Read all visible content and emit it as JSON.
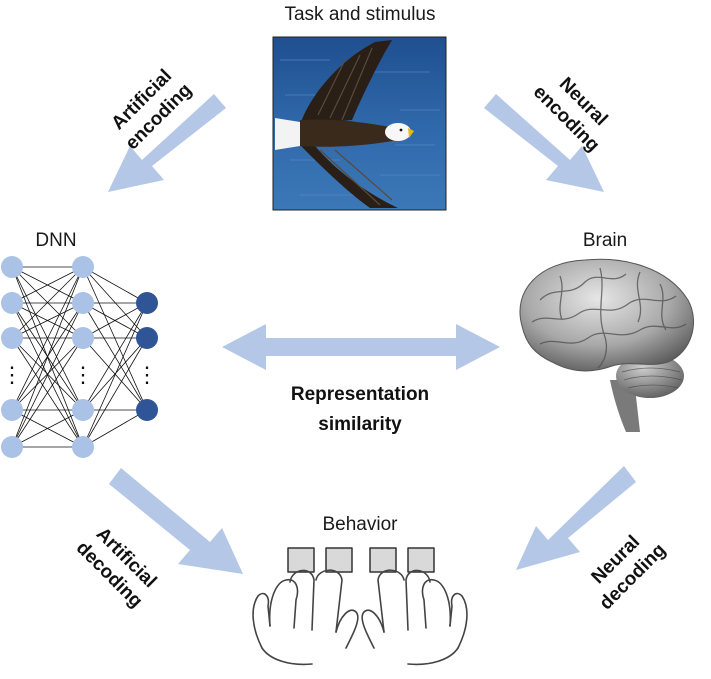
{
  "nodes": {
    "stimulus": {
      "label": "Task and stimulus",
      "image": "bald-eagle-photo"
    },
    "dnn": {
      "label": "DNN",
      "ellipsis": "⋮"
    },
    "brain": {
      "label": "Brain",
      "image": "brain-illustration"
    },
    "behavior": {
      "label": "Behavior",
      "image": "hands-pressing-keys"
    }
  },
  "arrows": {
    "artificial_encoding": {
      "line1": "Artificial",
      "line2": "encoding"
    },
    "neural_encoding": {
      "line1": "Neural",
      "line2": "encoding"
    },
    "representation_similarity": {
      "line1": "Representation",
      "line2": "similarity"
    },
    "artificial_decoding": {
      "line1": "Artificial",
      "line2": "decoding"
    },
    "neural_decoding": {
      "line1": "Neural",
      "line2": "decoding"
    }
  },
  "colors": {
    "arrow": "#b4c7e7",
    "neuron_light": "#a9c2e6",
    "neuron_dark": "#2f5597",
    "water": "#2c5e9c"
  }
}
